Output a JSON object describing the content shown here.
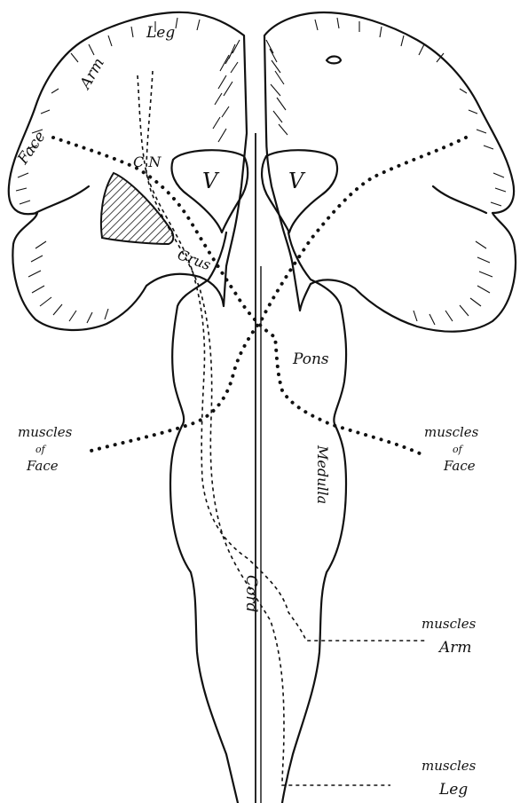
{
  "diagram": {
    "regions": {
      "leg": "Leg",
      "arm": "Arm",
      "face": "Face",
      "cn": "C N",
      "crus": "Crus",
      "ventricle_left": "V",
      "ventricle_right": "V",
      "pons": "Pons",
      "medulla": "Medulla",
      "cord": "Cord"
    },
    "muscle_labels": {
      "face_left_top": "muscles",
      "face_left_mid": "of",
      "face_left_bottom": "Face",
      "face_right_top": "muscles",
      "face_right_mid": "of",
      "face_right_bottom": "Face",
      "arm_top": "muscles",
      "arm_bottom": "Arm",
      "leg_top": "muscles",
      "leg_bottom": "Leg"
    },
    "colors": {
      "ink": "#111111",
      "paper": "#ffffff"
    }
  }
}
